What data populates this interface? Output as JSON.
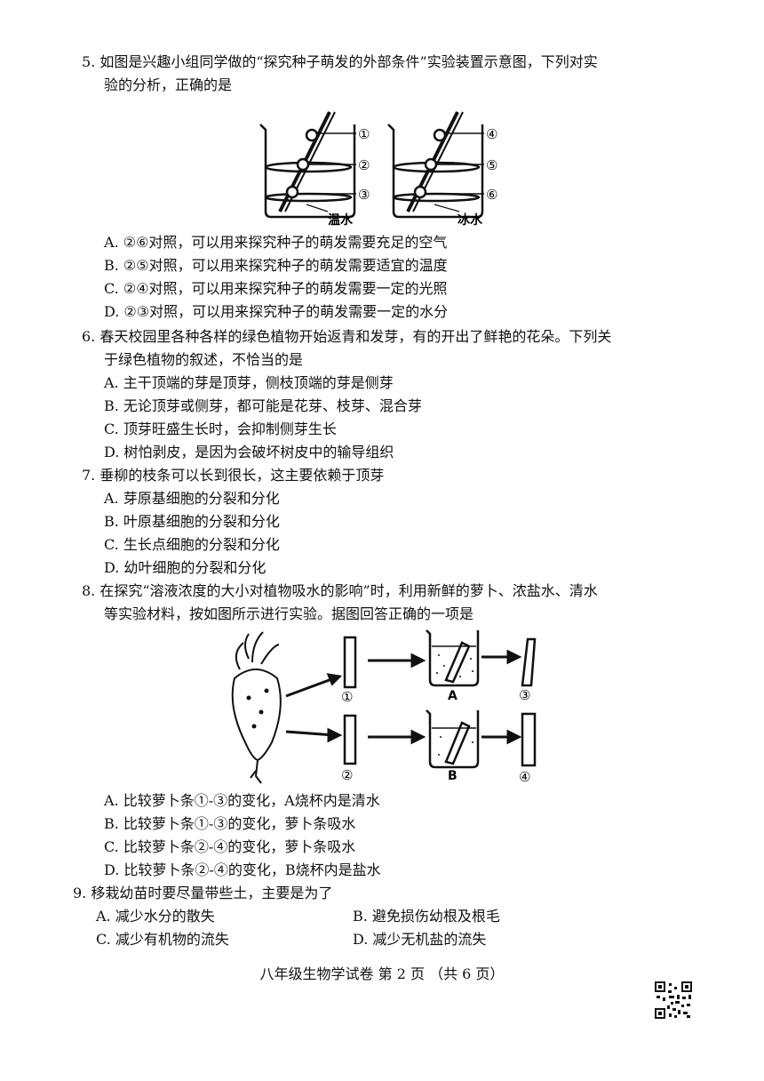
{
  "q5": {
    "stem_1": "5.  如图是兴趣小组同学做的“探究种子萌发的外部条件”实验装置示意图，下列对实",
    "stem_2": "验的分析，正确的是",
    "figure": {
      "labels_left": [
        "①",
        "②",
        "③"
      ],
      "labels_right": [
        "④",
        "⑤",
        "⑥"
      ],
      "caption_left": "温水",
      "caption_right": "冰水"
    },
    "options": [
      "A.  ②⑥对照，可以用来探究种子的萌发需要充足的空气",
      "B.  ②⑤对照，可以用来探究种子的萌发需要适宜的温度",
      "C.  ②④对照，可以用来探究种子的萌发需要一定的光照",
      "D.  ②③对照，可以用来探究种子的萌发需要一定的水分"
    ]
  },
  "q6": {
    "stem_1": "6.  春天校园里各种各样的绿色植物开始返青和发芽，有的开出了鲜艳的花朵。下列关",
    "stem_2": "于绿色植物的叙述，不恰当的是",
    "options": [
      "A.  主干顶端的芽是顶芽，侧枝顶端的芽是侧芽",
      "B.  无论顶芽或侧芽，都可能是花芽、枝芽、混合芽",
      "C.  顶芽旺盛生长时，会抑制侧芽生长",
      "D.  树怕剥皮，是因为会破坏树皮中的输导组织"
    ]
  },
  "q7": {
    "stem_1": "7.  垂柳的枝条可以长到很长，这主要依赖于顶芽",
    "options": [
      "A.  芽原基细胞的分裂和分化",
      "B.  叶原基细胞的分裂和分化",
      "C.  生长点细胞的分裂和分化",
      "D.  幼叶细胞的分裂和分化"
    ]
  },
  "q8": {
    "stem_1": "8.  在探究“溶液浓度的大小对植物吸水的影响”时，利用新鲜的萝卜、浓盐水、清水",
    "stem_2": "等实验材料，按如图所示进行实验。据图回答正确的一项是",
    "figure": {
      "label_1": "①",
      "label_2": "②",
      "label_3": "③",
      "label_4": "④",
      "beaker_a": "A",
      "beaker_b": "B"
    },
    "options": [
      "A.  比较萝卜条①-③的变化，A烧杯内是清水",
      "B.  比较萝卜条①-③的变化，萝卜条吸水",
      "C.  比较萝卜条②-④的变化，萝卜条吸水",
      "D.  比较萝卜条②-④的变化，B烧杯内是盐水"
    ]
  },
  "q9": {
    "stem_1": "9.  移栽幼苗时要尽量带些土，主要是为了",
    "options": [
      "A.  减少水分的散失",
      "B.  避免损伤幼根及根毛",
      "C.  减少有机物的流失",
      "D.  减少无机盐的流失"
    ]
  },
  "footer": "八年级生物学试卷  第 2 页  （共 6 页）"
}
